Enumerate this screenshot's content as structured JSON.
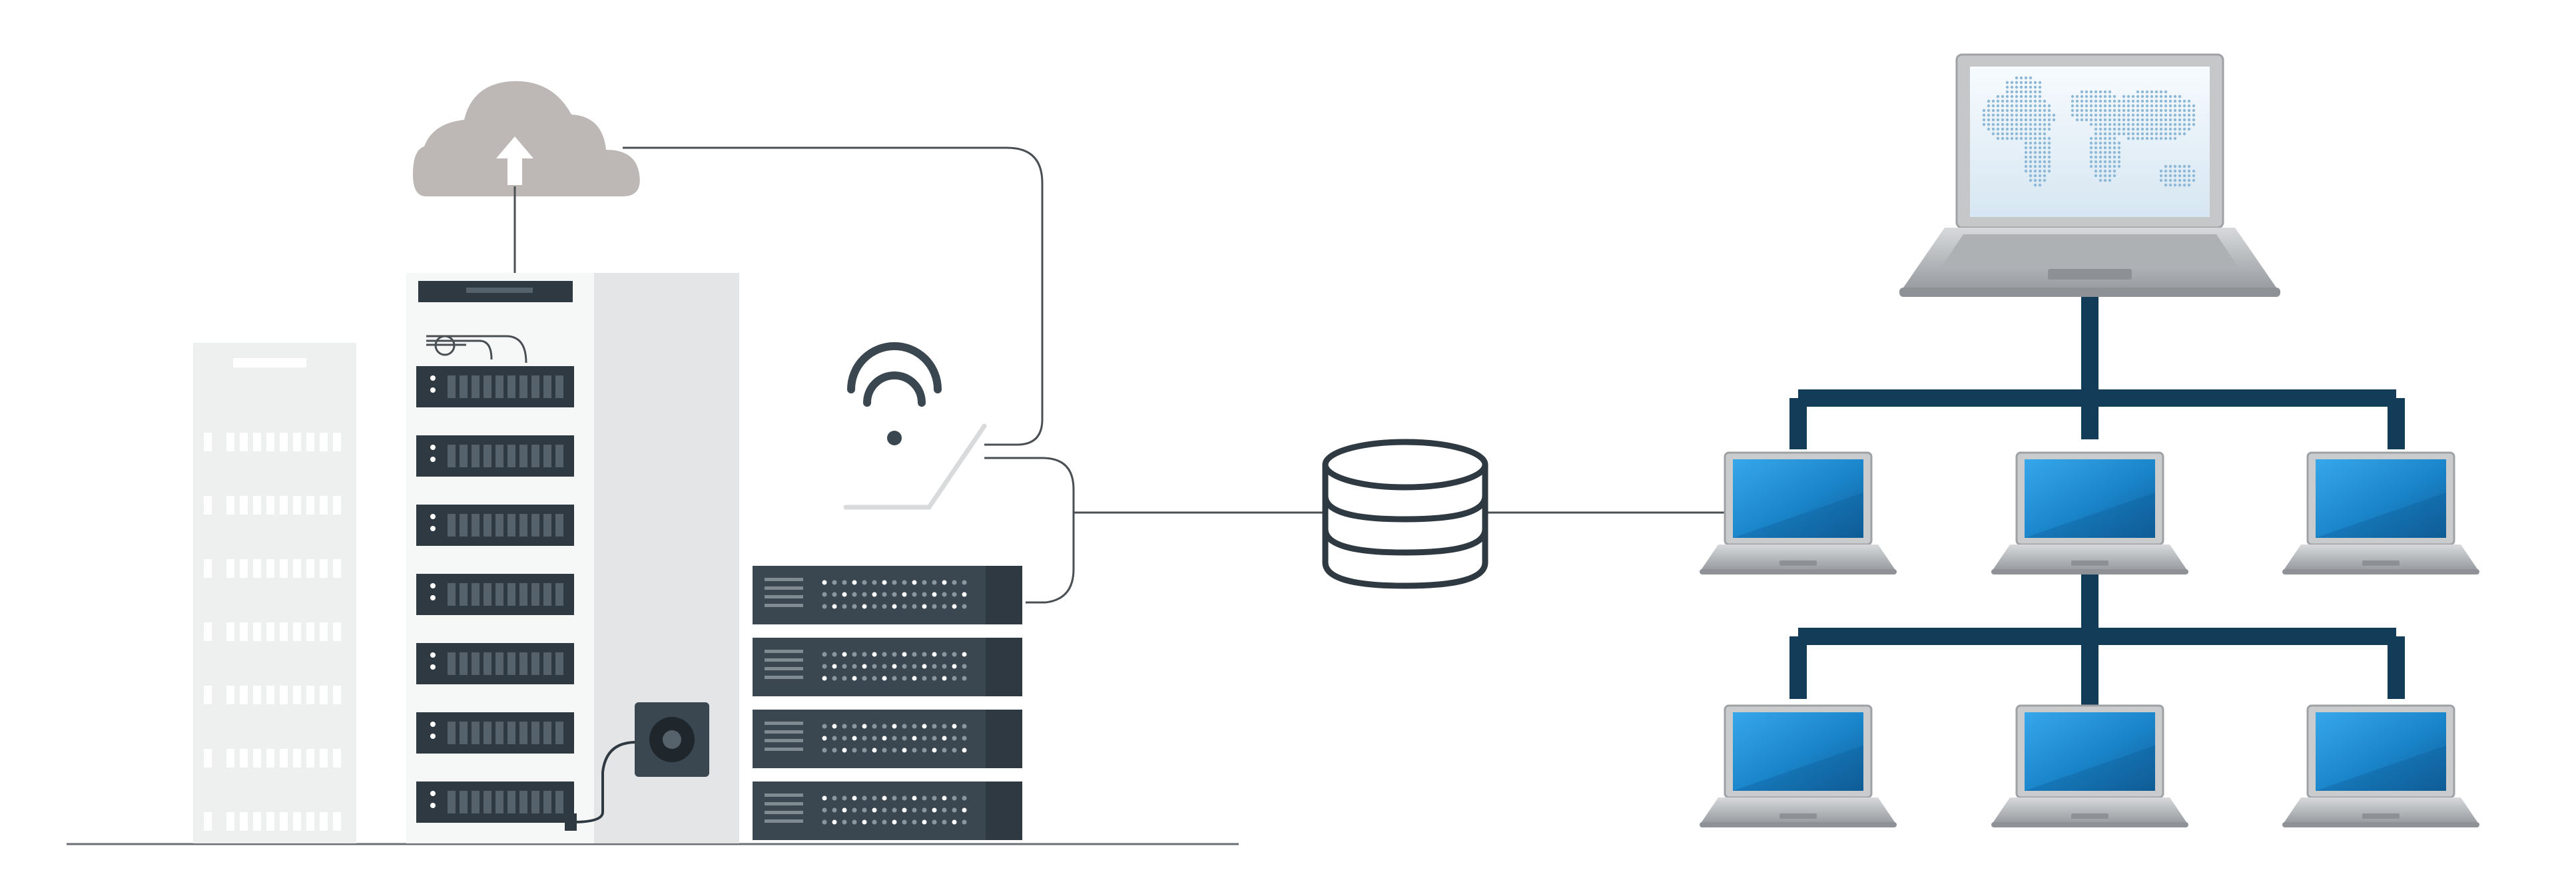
{
  "diagram": {
    "nodes": [
      {
        "id": "cloud",
        "icon": "cloud-upload-icon"
      },
      {
        "id": "server-rack-back",
        "icon": "server-rack-icon"
      },
      {
        "id": "server-rack-front",
        "icon": "server-rack-icon"
      },
      {
        "id": "cooling-fan",
        "icon": "fan-icon"
      },
      {
        "id": "wifi-access-point",
        "icon": "wifi-icon"
      },
      {
        "id": "network-switch-stack",
        "icon": "network-switch-icon",
        "units": 4
      },
      {
        "id": "database",
        "icon": "database-icon"
      },
      {
        "id": "main-laptop",
        "icon": "laptop-world-map-icon"
      },
      {
        "id": "client-laptops",
        "icon": "laptop-icon",
        "count": 6
      }
    ],
    "edges": [
      {
        "from": "server-rack-front",
        "to": "cloud"
      },
      {
        "from": "cloud",
        "to": "wifi-access-point"
      },
      {
        "from": "wifi-access-point",
        "to": "network-switch-stack"
      },
      {
        "from": "network-switch-stack",
        "to": "database"
      },
      {
        "from": "database",
        "to": "client-laptops"
      },
      {
        "from": "main-laptop",
        "to": "client-laptops"
      }
    ]
  },
  "colors": {
    "background": "#ffffff",
    "rack_light": "#e7e8e9",
    "rack_back": "#eef0f0",
    "rack_panel": "#ffffff",
    "server_dark": "#3a4750",
    "server_darker": "#2e3941",
    "cloud": "#bdb8b6",
    "line": "#4a4f54",
    "tree": "#123c57",
    "screen_blue": "#1e8fd6",
    "laptop_body": "#b9bcbf",
    "map_dots": "#8db8d6"
  }
}
